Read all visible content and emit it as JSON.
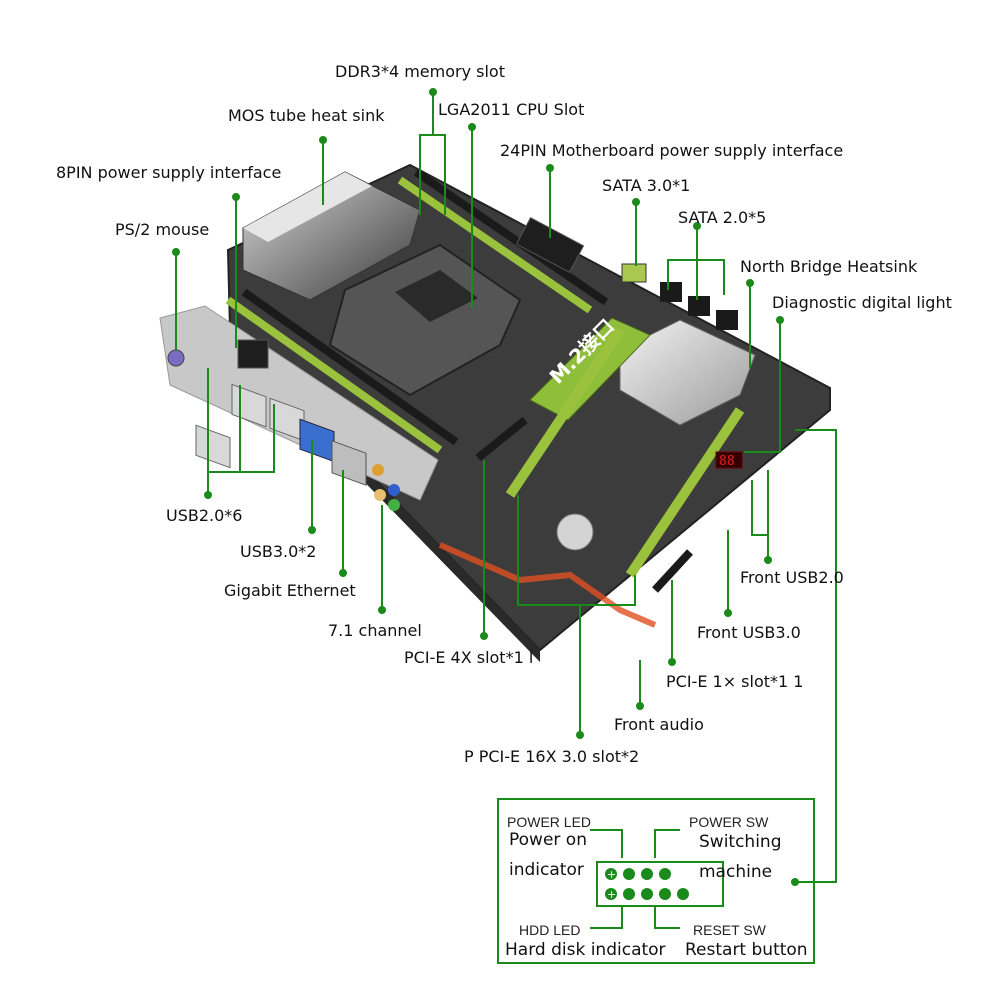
{
  "labels": {
    "ddr3": "DDR3*4 memory slot",
    "mos": "MOS tube heat sink",
    "lga": "LGA2011 CPU Slot",
    "atx24": "24PIN  Motherboard power supply interface",
    "pin8": "8PIN power supply interface",
    "sata3": "SATA 3.0*1",
    "sata2": "SATA 2.0*5",
    "ps2": "PS/2 mouse",
    "nb": "North Bridge Heatsink",
    "diag": "Diagnostic digital light",
    "usb2": "USB2.0*6",
    "usb3": "USB3.0*2",
    "eth": "Gigabit Ethernet",
    "audio71": "7.1 channel",
    "pcie4x": "PCI-E 4X slot*1  l",
    "front_usb2": "Front USB2.0",
    "front_usb3": "Front USB3.0",
    "pcie1x": "PCI-E 1× slot*1 1",
    "front_audio": "Front audio",
    "pcie16x": "P PCI-E 16X 3.0 slot*2"
  },
  "board": {
    "m2_label": "M.2接口"
  },
  "panel": {
    "power_led": "POWER LED",
    "power_on": "Power on",
    "indicator": "indicator",
    "power_sw": "POWER SW",
    "switching": "Switching",
    "machine": "machine",
    "hdd_led": "HDD LED",
    "hdd_desc": "Hard disk indicator",
    "reset_sw": "RESET SW",
    "reset_desc": "Restart button"
  },
  "colors": {
    "pointer": "#1a8a1a",
    "slot_green": "#9ac23c",
    "board": "#3c3c3c",
    "diag_red": "#e02020"
  }
}
